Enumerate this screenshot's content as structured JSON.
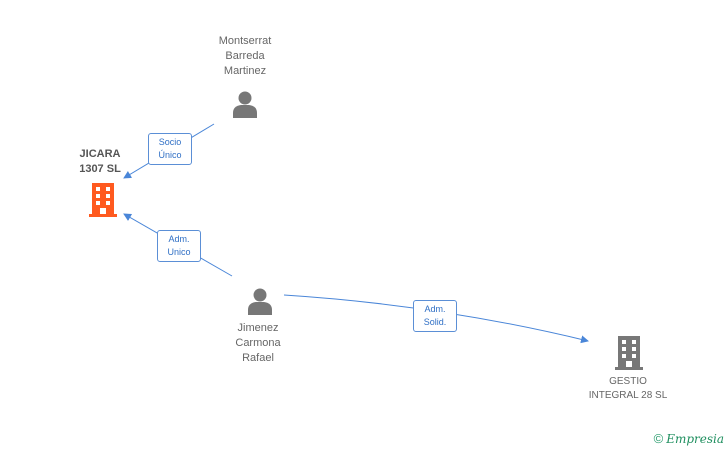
{
  "nodes": {
    "montserrat": {
      "label": "Montserrat\nBarreda\nMartinez",
      "icon": "person-icon",
      "color": "#777777"
    },
    "jicara": {
      "label": "JICARA\n1307 SL",
      "icon": "building-icon",
      "color": "#ff5a1f"
    },
    "jimenez": {
      "label": "Jimenez\nCarmona\nRafael",
      "icon": "person-icon",
      "color": "#777777"
    },
    "gestio": {
      "label": "GESTIO\nINTEGRAL 28 SL",
      "icon": "building-icon",
      "color": "#777777"
    }
  },
  "edges": {
    "socio": {
      "label": "Socio\nÚnico",
      "from": "Montserrat Barreda Martinez",
      "to": "JICARA 1307 SL"
    },
    "adm_unico": {
      "label": "Adm.\nUnico",
      "from": "Jimenez Carmona Rafael",
      "to": "JICARA 1307 SL"
    },
    "adm_solid": {
      "label": "Adm.\nSolid.",
      "from": "Jimenez Carmona Rafael",
      "to": "GESTIO INTEGRAL 28 SL"
    }
  },
  "footer": {
    "copyright": "©",
    "brand": "Empresia"
  },
  "colors": {
    "edge": "#4a86d8",
    "accent": "#ff5a1f",
    "neutral": "#777777"
  }
}
